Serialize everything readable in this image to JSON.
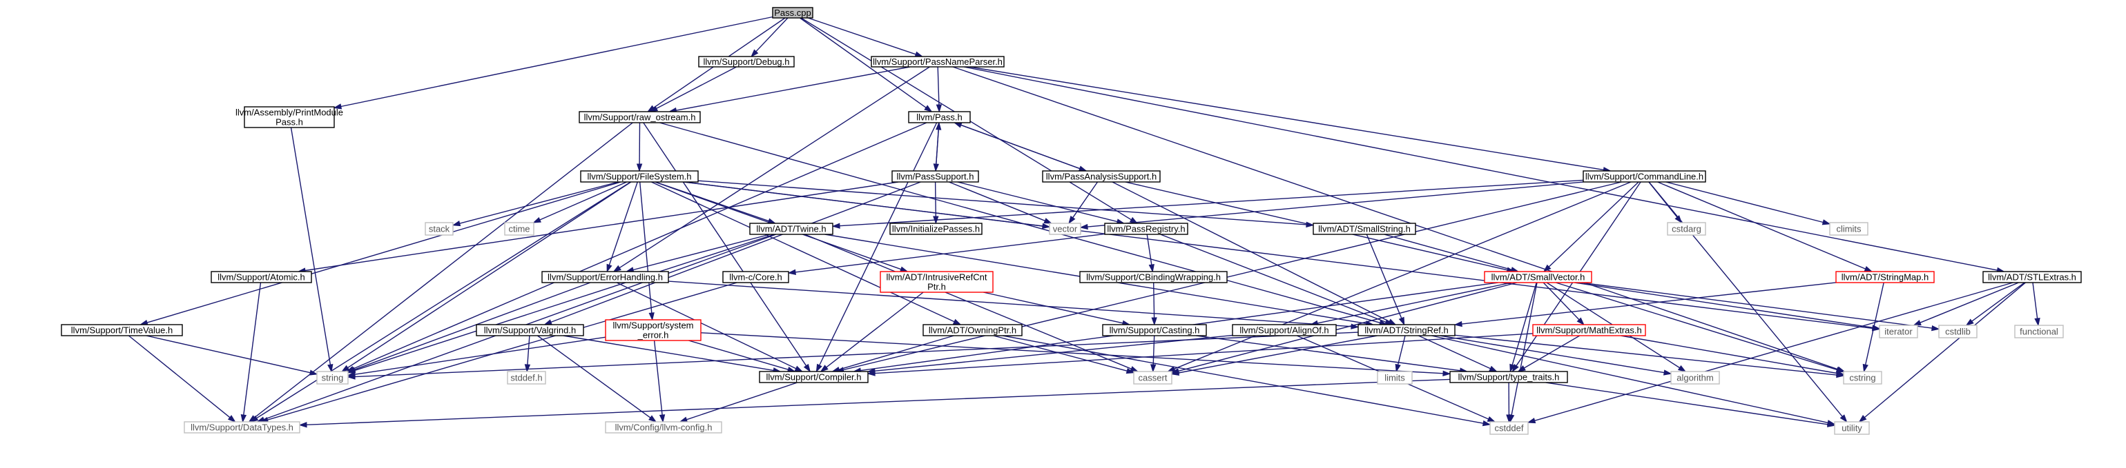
{
  "graph": {
    "colors": {
      "edge": "#191970",
      "box_border": "#000000",
      "root_fill": "#bfbfbf",
      "red_border": "#ff0000",
      "grey_border": "#bfbfbf",
      "grey_text": "#555555"
    },
    "nodes": [
      {
        "id": "pass_cpp",
        "lines": [
          "Pass.cpp"
        ],
        "style": "root"
      },
      {
        "id": "print_module_pass",
        "lines": [
          "llvm/Assembly/PrintModule",
          "Pass.h"
        ],
        "style": "normal"
      },
      {
        "id": "debug_h",
        "lines": [
          "llvm/Support/Debug.h"
        ],
        "style": "normal"
      },
      {
        "id": "passnameparser_h",
        "lines": [
          "llvm/Support/PassNameParser.h"
        ],
        "style": "normal"
      },
      {
        "id": "raw_ostream_h",
        "lines": [
          "llvm/Support/raw_ostream.h"
        ],
        "style": "normal"
      },
      {
        "id": "pass_h",
        "lines": [
          "llvm/Pass.h"
        ],
        "style": "normal"
      },
      {
        "id": "filesystem_h",
        "lines": [
          "llvm/Support/FileSystem.h"
        ],
        "style": "normal"
      },
      {
        "id": "passsupport_h",
        "lines": [
          "llvm/PassSupport.h"
        ],
        "style": "normal"
      },
      {
        "id": "passanalysissupport_h",
        "lines": [
          "llvm/PassAnalysisSupport.h"
        ],
        "style": "normal"
      },
      {
        "id": "commandline_h",
        "lines": [
          "llvm/Support/CommandLine.h"
        ],
        "style": "normal"
      },
      {
        "id": "stlextras_h",
        "lines": [
          "llvm/ADT/STLExtras.h"
        ],
        "style": "normal"
      },
      {
        "id": "stack",
        "lines": [
          "stack"
        ],
        "style": "grey"
      },
      {
        "id": "ctime",
        "lines": [
          "ctime"
        ],
        "style": "grey"
      },
      {
        "id": "twine_h",
        "lines": [
          "llvm/ADT/Twine.h"
        ],
        "style": "normal"
      },
      {
        "id": "initializepasses_h",
        "lines": [
          "llvm/InitializePasses.h"
        ],
        "style": "normal"
      },
      {
        "id": "vector",
        "lines": [
          "vector"
        ],
        "style": "grey"
      },
      {
        "id": "passregistry_h",
        "lines": [
          "llvm/PassRegistry.h"
        ],
        "style": "normal"
      },
      {
        "id": "smallstring_h",
        "lines": [
          "llvm/ADT/SmallString.h"
        ],
        "style": "normal"
      },
      {
        "id": "cstdarg",
        "lines": [
          "cstdarg"
        ],
        "style": "grey"
      },
      {
        "id": "climits",
        "lines": [
          "climits"
        ],
        "style": "grey"
      },
      {
        "id": "atomic_h",
        "lines": [
          "llvm/Support/Atomic.h"
        ],
        "style": "normal"
      },
      {
        "id": "errorhandling_h",
        "lines": [
          "llvm/Support/ErrorHandling.h"
        ],
        "style": "normal"
      },
      {
        "id": "llvmc_core_h",
        "lines": [
          "llvm-c/Core.h"
        ],
        "style": "normal"
      },
      {
        "id": "intrusiverefcntptr_h",
        "lines": [
          "llvm/ADT/IntrusiveRefCnt",
          "Ptr.h"
        ],
        "style": "red"
      },
      {
        "id": "cbindingwrapping_h",
        "lines": [
          "llvm/Support/CBindingWrapping.h"
        ],
        "style": "normal"
      },
      {
        "id": "smallvector_h",
        "lines": [
          "llvm/ADT/SmallVector.h"
        ],
        "style": "red"
      },
      {
        "id": "stringmap_h",
        "lines": [
          "llvm/ADT/StringMap.h"
        ],
        "style": "red"
      },
      {
        "id": "iterator",
        "lines": [
          "iterator"
        ],
        "style": "grey"
      },
      {
        "id": "cstdlib",
        "lines": [
          "cstdlib"
        ],
        "style": "grey"
      },
      {
        "id": "functional",
        "lines": [
          "functional"
        ],
        "style": "grey"
      },
      {
        "id": "timevalue_h",
        "lines": [
          "llvm/Support/TimeValue.h"
        ],
        "style": "normal"
      },
      {
        "id": "valgrind_h",
        "lines": [
          "llvm/Support/Valgrind.h"
        ],
        "style": "normal"
      },
      {
        "id": "system_error_h",
        "lines": [
          "llvm/Support/system",
          "_error.h"
        ],
        "style": "red"
      },
      {
        "id": "owningptr_h",
        "lines": [
          "llvm/ADT/OwningPtr.h"
        ],
        "style": "normal"
      },
      {
        "id": "casting_h",
        "lines": [
          "llvm/Support/Casting.h"
        ],
        "style": "normal"
      },
      {
        "id": "alignof_h",
        "lines": [
          "llvm/Support/AlignOf.h"
        ],
        "style": "normal"
      },
      {
        "id": "stringref_h",
        "lines": [
          "llvm/ADT/StringRef.h"
        ],
        "style": "normal"
      },
      {
        "id": "mathextras_h",
        "lines": [
          "llvm/Support/MathExtras.h"
        ],
        "style": "red"
      },
      {
        "id": "string",
        "lines": [
          "string"
        ],
        "style": "grey"
      },
      {
        "id": "stddef_h",
        "lines": [
          "stddef.h"
        ],
        "style": "grey"
      },
      {
        "id": "compiler_h",
        "lines": [
          "llvm/Support/Compiler.h"
        ],
        "style": "normal"
      },
      {
        "id": "cassert",
        "lines": [
          "cassert"
        ],
        "style": "grey"
      },
      {
        "id": "limits",
        "lines": [
          "limits"
        ],
        "style": "grey"
      },
      {
        "id": "type_traits_h",
        "lines": [
          "llvm/Support/type_traits.h"
        ],
        "style": "normal"
      },
      {
        "id": "algorithm",
        "lines": [
          "algorithm"
        ],
        "style": "grey"
      },
      {
        "id": "cstring",
        "lines": [
          "cstring"
        ],
        "style": "grey"
      },
      {
        "id": "datatypes_h",
        "lines": [
          "llvm/Support/DataTypes.h"
        ],
        "style": "grey"
      },
      {
        "id": "llvm_config_h",
        "lines": [
          "llvm/Config/llvm-config.h"
        ],
        "style": "grey"
      },
      {
        "id": "cstddef",
        "lines": [
          "cstddef"
        ],
        "style": "grey"
      },
      {
        "id": "utility",
        "lines": [
          "utility"
        ],
        "style": "grey"
      }
    ],
    "edges": [
      [
        "pass_cpp",
        "print_module_pass"
      ],
      [
        "pass_cpp",
        "debug_h"
      ],
      [
        "pass_cpp",
        "passnameparser_h"
      ],
      [
        "pass_cpp",
        "raw_ostream_h"
      ],
      [
        "pass_cpp",
        "pass_h"
      ],
      [
        "pass_cpp",
        "passregistry_h"
      ],
      [
        "print_module_pass",
        "string"
      ],
      [
        "debug_h",
        "raw_ostream_h"
      ],
      [
        "passnameparser_h",
        "raw_ostream_h"
      ],
      [
        "passnameparser_h",
        "pass_h"
      ],
      [
        "passnameparser_h",
        "commandline_h"
      ],
      [
        "passnameparser_h",
        "stlextras_h"
      ],
      [
        "passnameparser_h",
        "errorhandling_h"
      ],
      [
        "passnameparser_h",
        "cstring"
      ],
      [
        "raw_ostream_h",
        "filesystem_h"
      ],
      [
        "raw_ostream_h",
        "compiler_h"
      ],
      [
        "raw_ostream_h",
        "datatypes_h"
      ],
      [
        "raw_ostream_h",
        "stringref_h"
      ],
      [
        "pass_h",
        "passsupport_h"
      ],
      [
        "pass_h",
        "passanalysissupport_h"
      ],
      [
        "pass_h",
        "string"
      ],
      [
        "pass_h",
        "compiler_h"
      ],
      [
        "passsupport_h",
        "pass_h"
      ],
      [
        "passsupport_h",
        "initializepasses_h"
      ],
      [
        "passsupport_h",
        "passregistry_h"
      ],
      [
        "passsupport_h",
        "atomic_h"
      ],
      [
        "passsupport_h",
        "valgrind_h"
      ],
      [
        "passsupport_h",
        "vector"
      ],
      [
        "passanalysissupport_h",
        "pass_h"
      ],
      [
        "passanalysissupport_h",
        "vector"
      ],
      [
        "passanalysissupport_h",
        "smallvector_h"
      ],
      [
        "passanalysissupport_h",
        "stringref_h"
      ],
      [
        "filesystem_h",
        "stack"
      ],
      [
        "filesystem_h",
        "ctime"
      ],
      [
        "filesystem_h",
        "twine_h"
      ],
      [
        "filesystem_h",
        "vector"
      ],
      [
        "filesystem_h",
        "smallstring_h"
      ],
      [
        "filesystem_h",
        "errorhandling_h"
      ],
      [
        "filesystem_h",
        "intrusiverefcntptr_h"
      ],
      [
        "filesystem_h",
        "owningptr_h"
      ],
      [
        "filesystem_h",
        "system_error_h"
      ],
      [
        "filesystem_h",
        "timevalue_h"
      ],
      [
        "filesystem_h",
        "datatypes_h"
      ],
      [
        "filesystem_h",
        "string"
      ],
      [
        "filesystem_h",
        "iterator"
      ],
      [
        "commandline_h",
        "twine_h"
      ],
      [
        "commandline_h",
        "smallvector_h"
      ],
      [
        "commandline_h",
        "stringmap_h"
      ],
      [
        "commandline_h",
        "cstdarg"
      ],
      [
        "commandline_h",
        "climits"
      ],
      [
        "commandline_h",
        "cassert"
      ],
      [
        "commandline_h",
        "utility"
      ],
      [
        "commandline_h",
        "vector"
      ],
      [
        "commandline_h",
        "type_traits_h"
      ],
      [
        "commandline_h",
        "compiler_h"
      ],
      [
        "stlextras_h",
        "iterator"
      ],
      [
        "stlextras_h",
        "cstdlib"
      ],
      [
        "stlextras_h",
        "functional"
      ],
      [
        "stlextras_h",
        "cstddef"
      ],
      [
        "stlextras_h",
        "utility"
      ],
      [
        "twine_h",
        "stringref_h"
      ],
      [
        "twine_h",
        "errorhandling_h"
      ],
      [
        "twine_h",
        "datatypes_h"
      ],
      [
        "twine_h",
        "cassert"
      ],
      [
        "twine_h",
        "string"
      ],
      [
        "passregistry_h",
        "llvmc_core_h"
      ],
      [
        "passregistry_h",
        "cbindingwrapping_h"
      ],
      [
        "passregistry_h",
        "stringref_h"
      ],
      [
        "smallstring_h",
        "smallvector_h"
      ],
      [
        "smallstring_h",
        "stringref_h"
      ],
      [
        "atomic_h",
        "datatypes_h"
      ],
      [
        "errorhandling_h",
        "stringref_h"
      ],
      [
        "errorhandling_h",
        "compiler_h"
      ],
      [
        "errorhandling_h",
        "string"
      ],
      [
        "llvmc_core_h",
        "datatypes_h"
      ],
      [
        "intrusiverefcntptr_h",
        "compiler_h"
      ],
      [
        "intrusiverefcntptr_h",
        "casting_h"
      ],
      [
        "cbindingwrapping_h",
        "casting_h"
      ],
      [
        "smallvector_h",
        "alignof_h"
      ],
      [
        "smallvector_h",
        "mathextras_h"
      ],
      [
        "smallvector_h",
        "type_traits_h"
      ],
      [
        "smallvector_h",
        "compiler_h"
      ],
      [
        "smallvector_h",
        "algorithm"
      ],
      [
        "smallvector_h",
        "cassert"
      ],
      [
        "smallvector_h",
        "cstddef"
      ],
      [
        "smallvector_h",
        "cstdlib"
      ],
      [
        "smallvector_h",
        "cstring"
      ],
      [
        "smallvector_h",
        "iterator"
      ],
      [
        "stringmap_h",
        "stringref_h"
      ],
      [
        "stringmap_h",
        "cstring"
      ],
      [
        "timevalue_h",
        "datatypes_h"
      ],
      [
        "timevalue_h",
        "string"
      ],
      [
        "valgrind_h",
        "compiler_h"
      ],
      [
        "valgrind_h",
        "stddef_h"
      ],
      [
        "valgrind_h",
        "llvm_config_h"
      ],
      [
        "system_error_h",
        "compiler_h"
      ],
      [
        "system_error_h",
        "type_traits_h"
      ],
      [
        "system_error_h",
        "string"
      ],
      [
        "system_error_h",
        "llvm_config_h"
      ],
      [
        "owningptr_h",
        "compiler_h"
      ],
      [
        "owningptr_h",
        "cassert"
      ],
      [
        "owningptr_h",
        "cstddef"
      ],
      [
        "casting_h",
        "type_traits_h"
      ],
      [
        "casting_h",
        "cassert"
      ],
      [
        "alignof_h",
        "compiler_h"
      ],
      [
        "alignof_h",
        "cstddef"
      ],
      [
        "stringref_h",
        "type_traits_h"
      ],
      [
        "stringref_h",
        "algorithm"
      ],
      [
        "stringref_h",
        "cassert"
      ],
      [
        "stringref_h",
        "cstring"
      ],
      [
        "stringref_h",
        "limits"
      ],
      [
        "stringref_h",
        "string"
      ],
      [
        "stringref_h",
        "utility"
      ],
      [
        "mathextras_h",
        "type_traits_h"
      ],
      [
        "mathextras_h",
        "compiler_h"
      ],
      [
        "mathextras_h",
        "cstring"
      ],
      [
        "compiler_h",
        "llvm_config_h"
      ],
      [
        "type_traits_h",
        "datatypes_h"
      ],
      [
        "type_traits_h",
        "cstddef"
      ],
      [
        "type_traits_h",
        "utility"
      ]
    ]
  }
}
